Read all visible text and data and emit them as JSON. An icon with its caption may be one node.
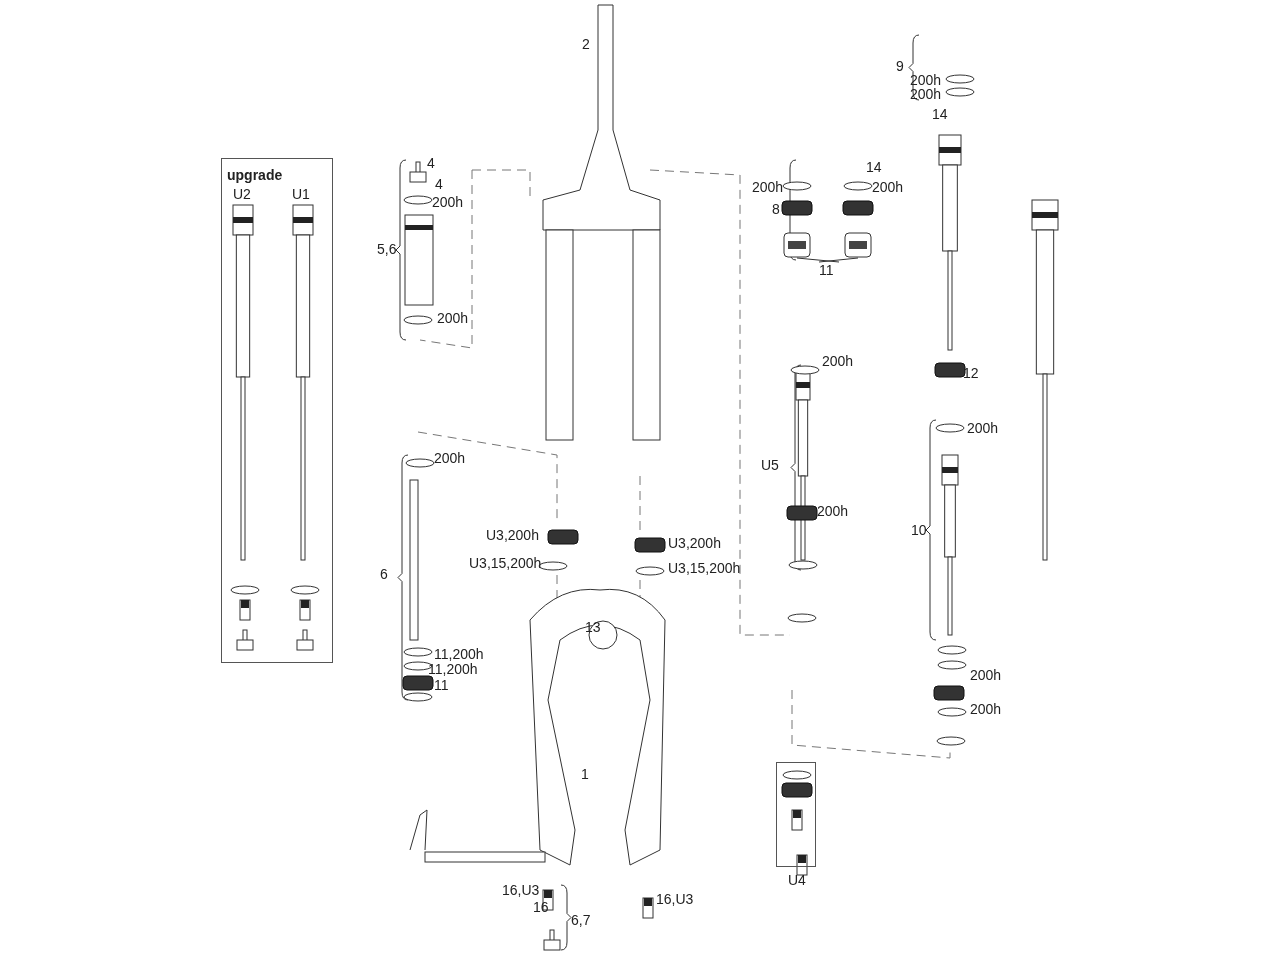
{
  "diagram": {
    "nodes": [
      {
        "text": [
          "upgrade"
        ]
      },
      {
        "text": [
          "U4"
        ]
      },
      {
        "text": [
          "11"
        ]
      },
      {
        "text": [],
        "shape": "picture"
      },
      {
        "text": [],
        "shape": "picture"
      }
    ],
    "edges": [
      {
        "from": 2,
        "to": 3,
        "arrow": "none"
      },
      {
        "from": 2,
        "to": 4,
        "arrow": "none"
      }
    ],
    "labels": [
      "2",
      "9",
      "200h",
      "200h",
      "14",
      "4",
      "4",
      "14",
      "200h",
      "200h",
      "200h",
      "8",
      "U2",
      "U1",
      "5,6",
      "200h",
      "200h",
      "12",
      "200h",
      "200h",
      "U5",
      "10",
      "200h",
      "U3,200h",
      "U3,200h",
      "U3,15,200h",
      "U3,15,200h",
      "6",
      "13",
      "11,200h",
      "11,200h",
      "11",
      "200h",
      "200h",
      "1",
      "16,U3",
      "16,U3",
      "16",
      "6,7"
    ]
  }
}
